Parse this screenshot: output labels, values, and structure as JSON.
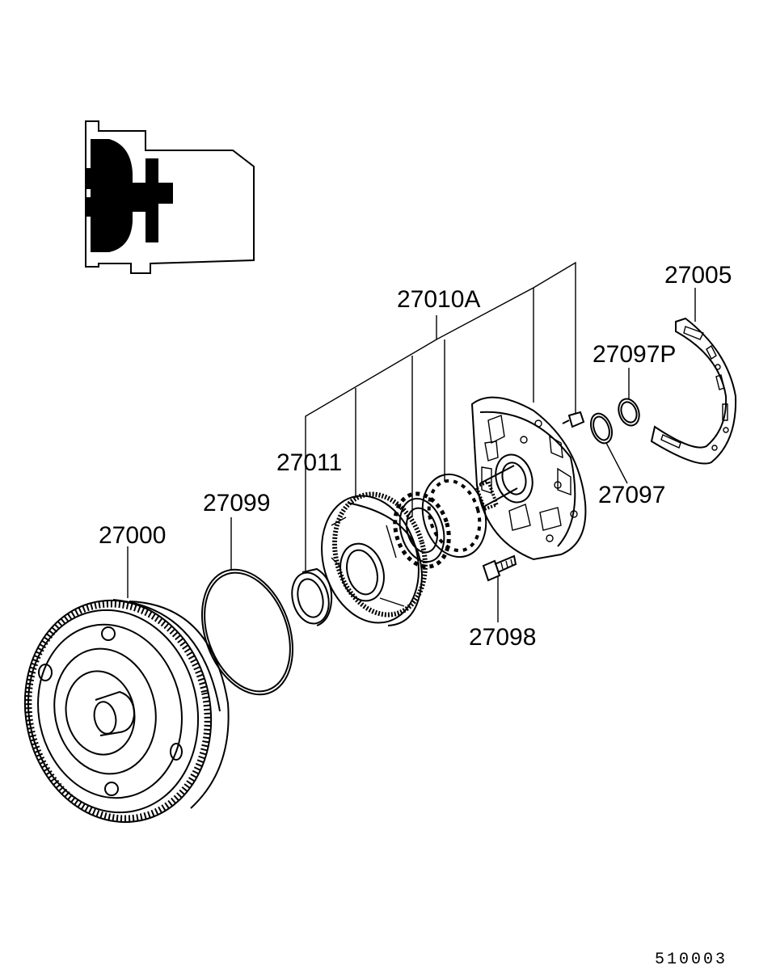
{
  "parts": {
    "torque_converter": "27000",
    "o_ring": "27099",
    "oil_seal": "27011",
    "oil_pump_assy": "27010A",
    "gasket": "27005",
    "seal_ring_p": "27097P",
    "seal_ring": "27097",
    "bolt": "27098"
  },
  "diagram_code": "510003"
}
